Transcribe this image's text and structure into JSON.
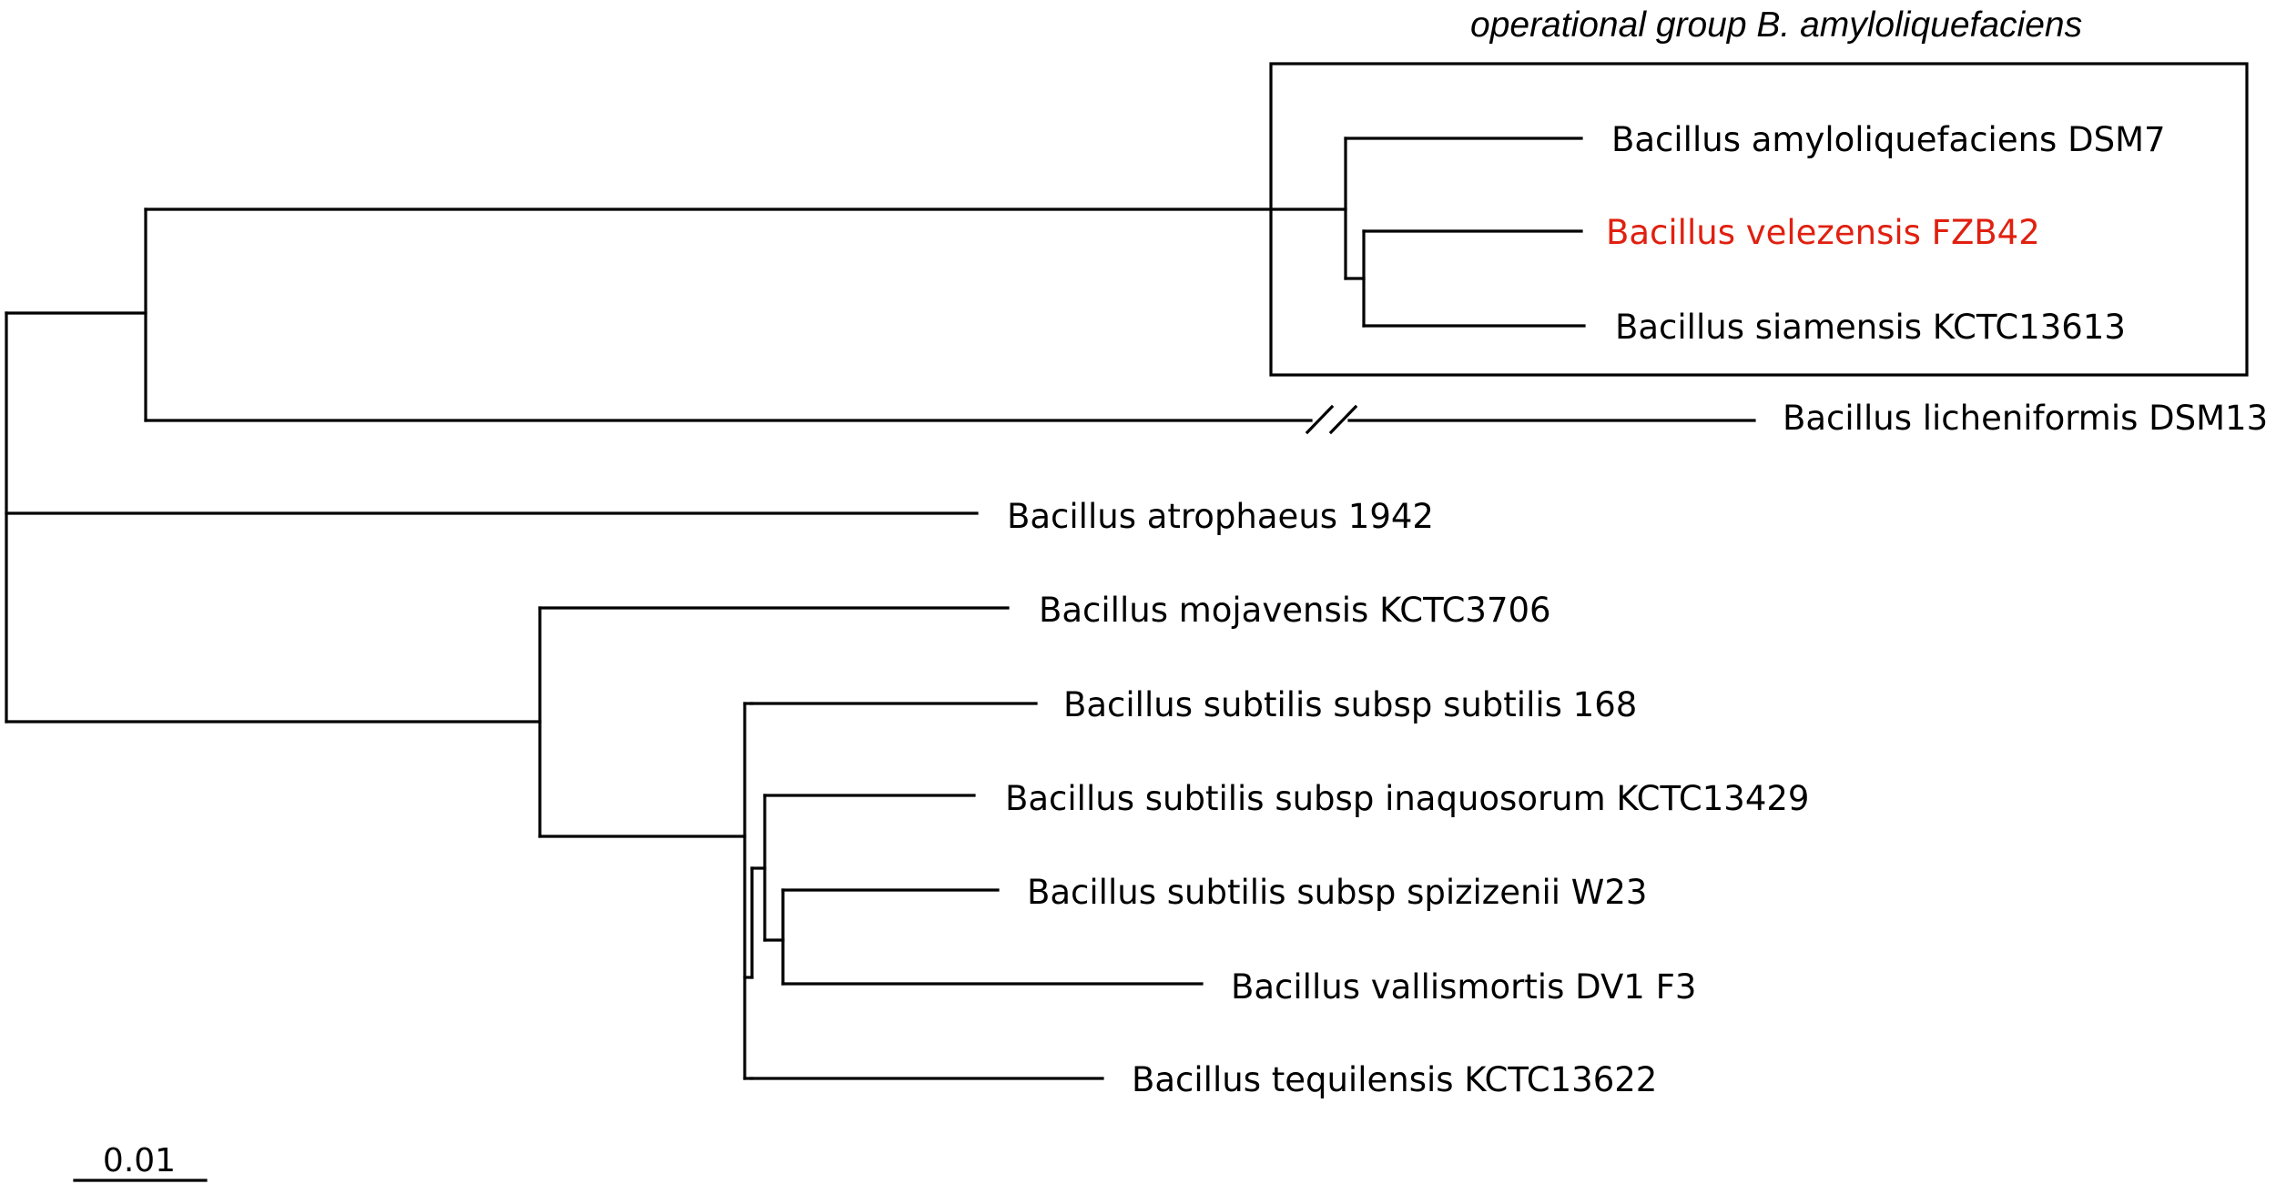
{
  "group": {
    "label": "operational group B. amyloliquefaciens"
  },
  "leaves": {
    "amyloliquefaciens": "Bacillus amyloliquefaciens DSM7",
    "velezensis": "Bacillus velezensis FZB42",
    "siamensis": "Bacillus siamensis KCTC13613",
    "licheniformis": "Bacillus licheniformis DSM13",
    "atrophaeus": "Bacillus atrophaeus 1942",
    "mojavensis": "Bacillus mojavensis KCTC3706",
    "subtilis_168": "Bacillus subtilis subsp subtilis 168",
    "inaquosorum": "Bacillus subtilis subsp inaquosorum KCTC13429",
    "spizizenii": "Bacillus subtilis subsp spizizenii W23",
    "vallismortis": "Bacillus vallismortis DV1 F3",
    "tequilensis": "Bacillus tequilensis KCTC13622"
  },
  "scale_bar": {
    "label": "0.01"
  },
  "colors": {
    "branch": "#000000",
    "highlight": "#e02010"
  }
}
